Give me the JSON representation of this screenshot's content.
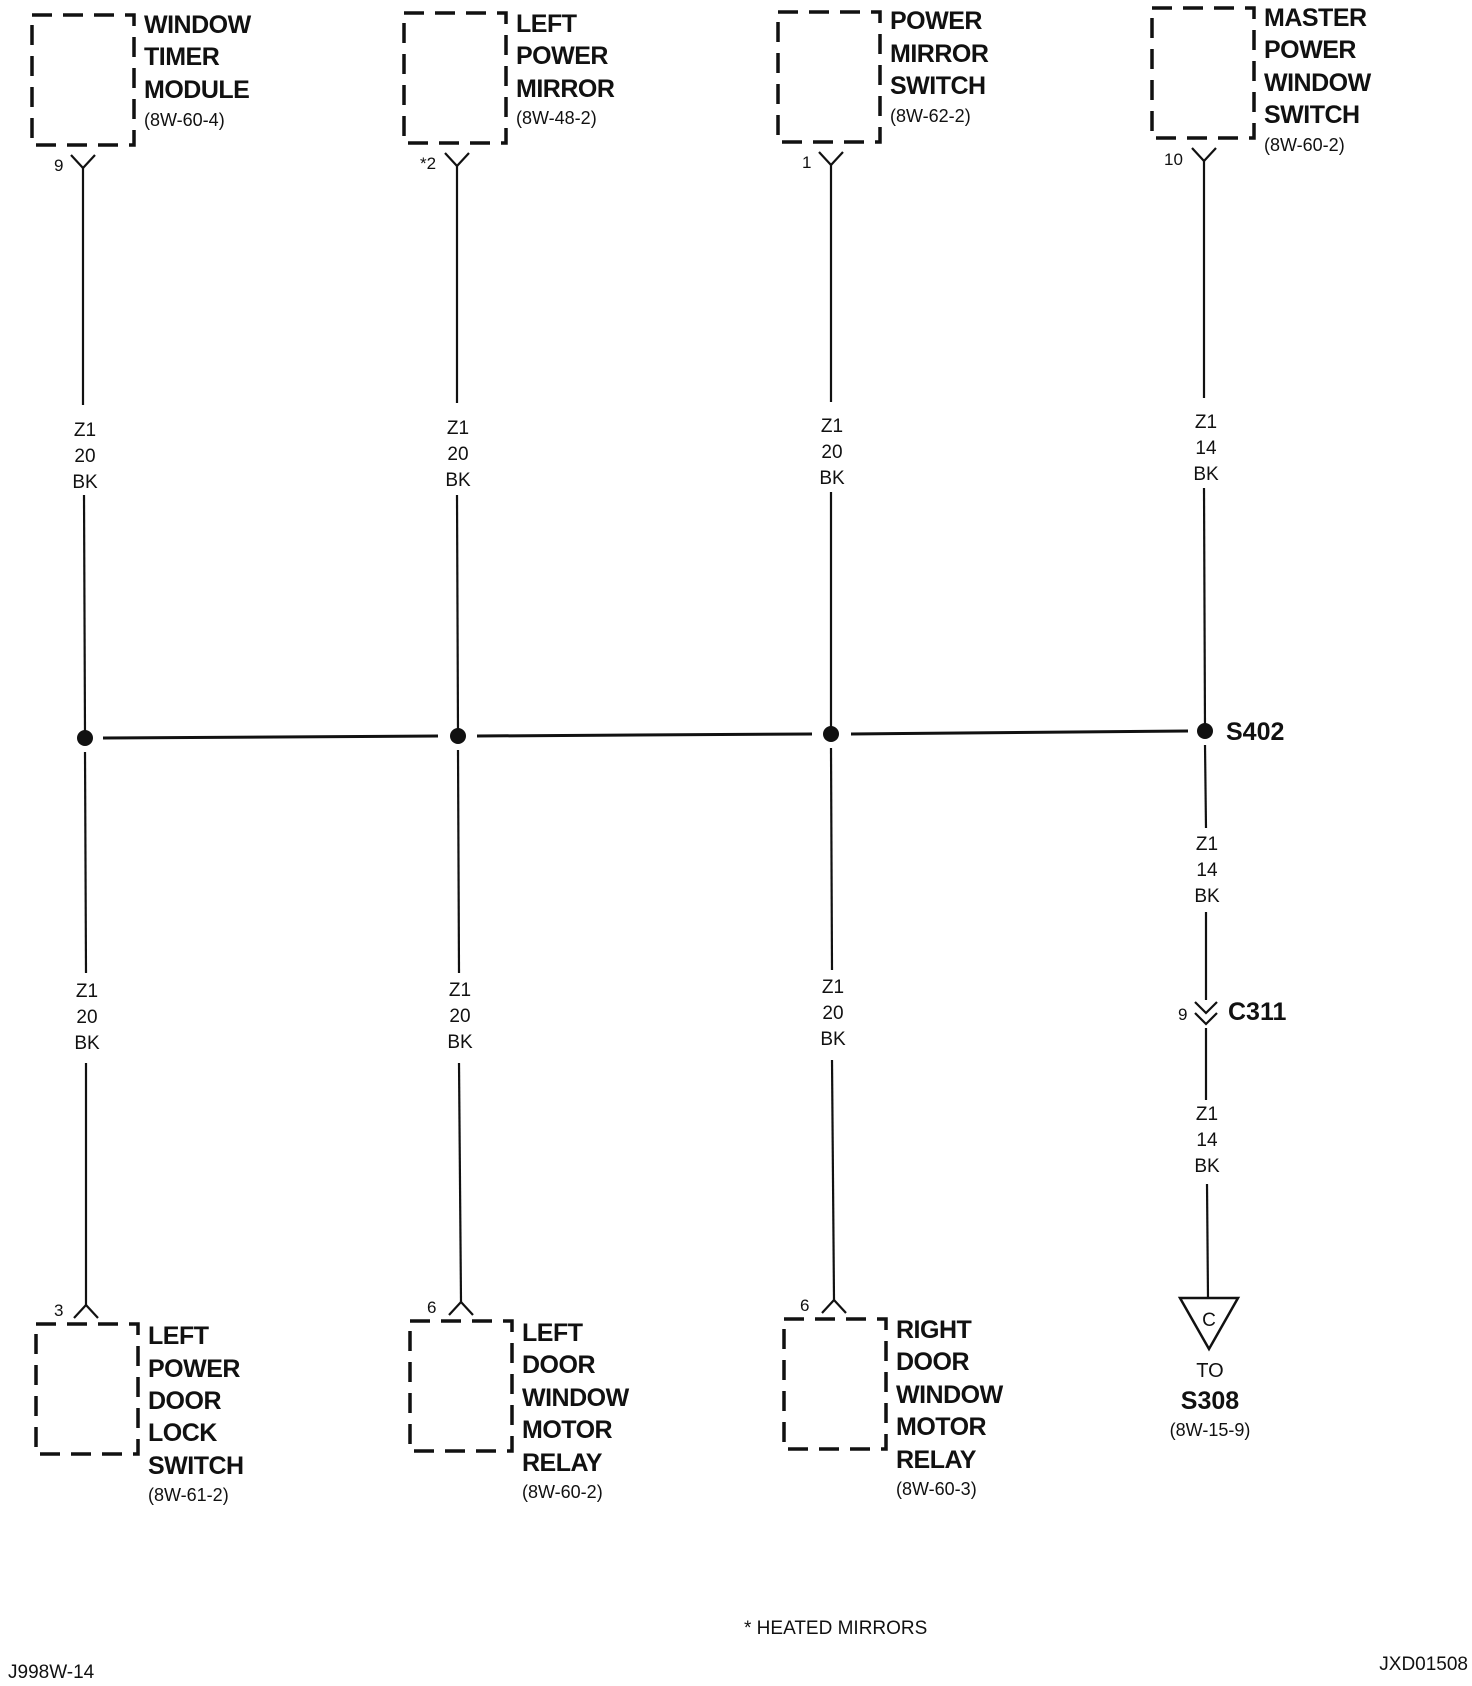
{
  "components": {
    "window_timer_module": {
      "lines": [
        "WINDOW",
        "TIMER",
        "MODULE"
      ],
      "ref": "(8W-60-4)",
      "pin": "9"
    },
    "left_power_mirror": {
      "lines": [
        "LEFT",
        "POWER",
        "MIRROR"
      ],
      "ref": "(8W-48-2)",
      "pin": "*2"
    },
    "power_mirror_switch": {
      "lines": [
        "POWER",
        "MIRROR",
        "SWITCH"
      ],
      "ref": "(8W-62-2)",
      "pin": "1"
    },
    "master_power_window_switch": {
      "lines": [
        "MASTER",
        "POWER",
        "WINDOW",
        "SWITCH"
      ],
      "ref": "(8W-60-2)",
      "pin": "10"
    },
    "left_power_door_lock_switch": {
      "lines": [
        "LEFT",
        "POWER",
        "DOOR",
        "LOCK",
        "SWITCH"
      ],
      "ref": "(8W-61-2)",
      "pin": "3"
    },
    "left_door_window_motor_relay": {
      "lines": [
        "LEFT",
        "DOOR",
        "WINDOW",
        "MOTOR",
        "RELAY"
      ],
      "ref": "(8W-60-2)",
      "pin": "6"
    },
    "right_door_window_motor_relay": {
      "lines": [
        "RIGHT",
        "DOOR",
        "WINDOW",
        "MOTOR",
        "RELAY"
      ],
      "ref": "(8W-60-3)",
      "pin": "6"
    }
  },
  "wires": {
    "w1_top": [
      "Z1",
      "20",
      "BK"
    ],
    "w2_top": [
      "Z1",
      "20",
      "BK"
    ],
    "w3_top": [
      "Z1",
      "20",
      "BK"
    ],
    "w4_top": [
      "Z1",
      "14",
      "BK"
    ],
    "w1_bot": [
      "Z1",
      "20",
      "BK"
    ],
    "w2_bot": [
      "Z1",
      "20",
      "BK"
    ],
    "w3_bot": [
      "Z1",
      "20",
      "BK"
    ],
    "w4_mid": [
      "Z1",
      "14",
      "BK"
    ],
    "w4_bot": [
      "Z1",
      "14",
      "BK"
    ]
  },
  "splice": {
    "label": "S402"
  },
  "connector": {
    "label": "C311",
    "pin": "9"
  },
  "ground_ref": {
    "symbol": "C",
    "to": "TO",
    "target": "S308",
    "ref": "(8W-15-9)"
  },
  "footnote": "* HEATED MIRRORS",
  "page_code_left": "J998W-14",
  "page_code_right": "JXD01508"
}
